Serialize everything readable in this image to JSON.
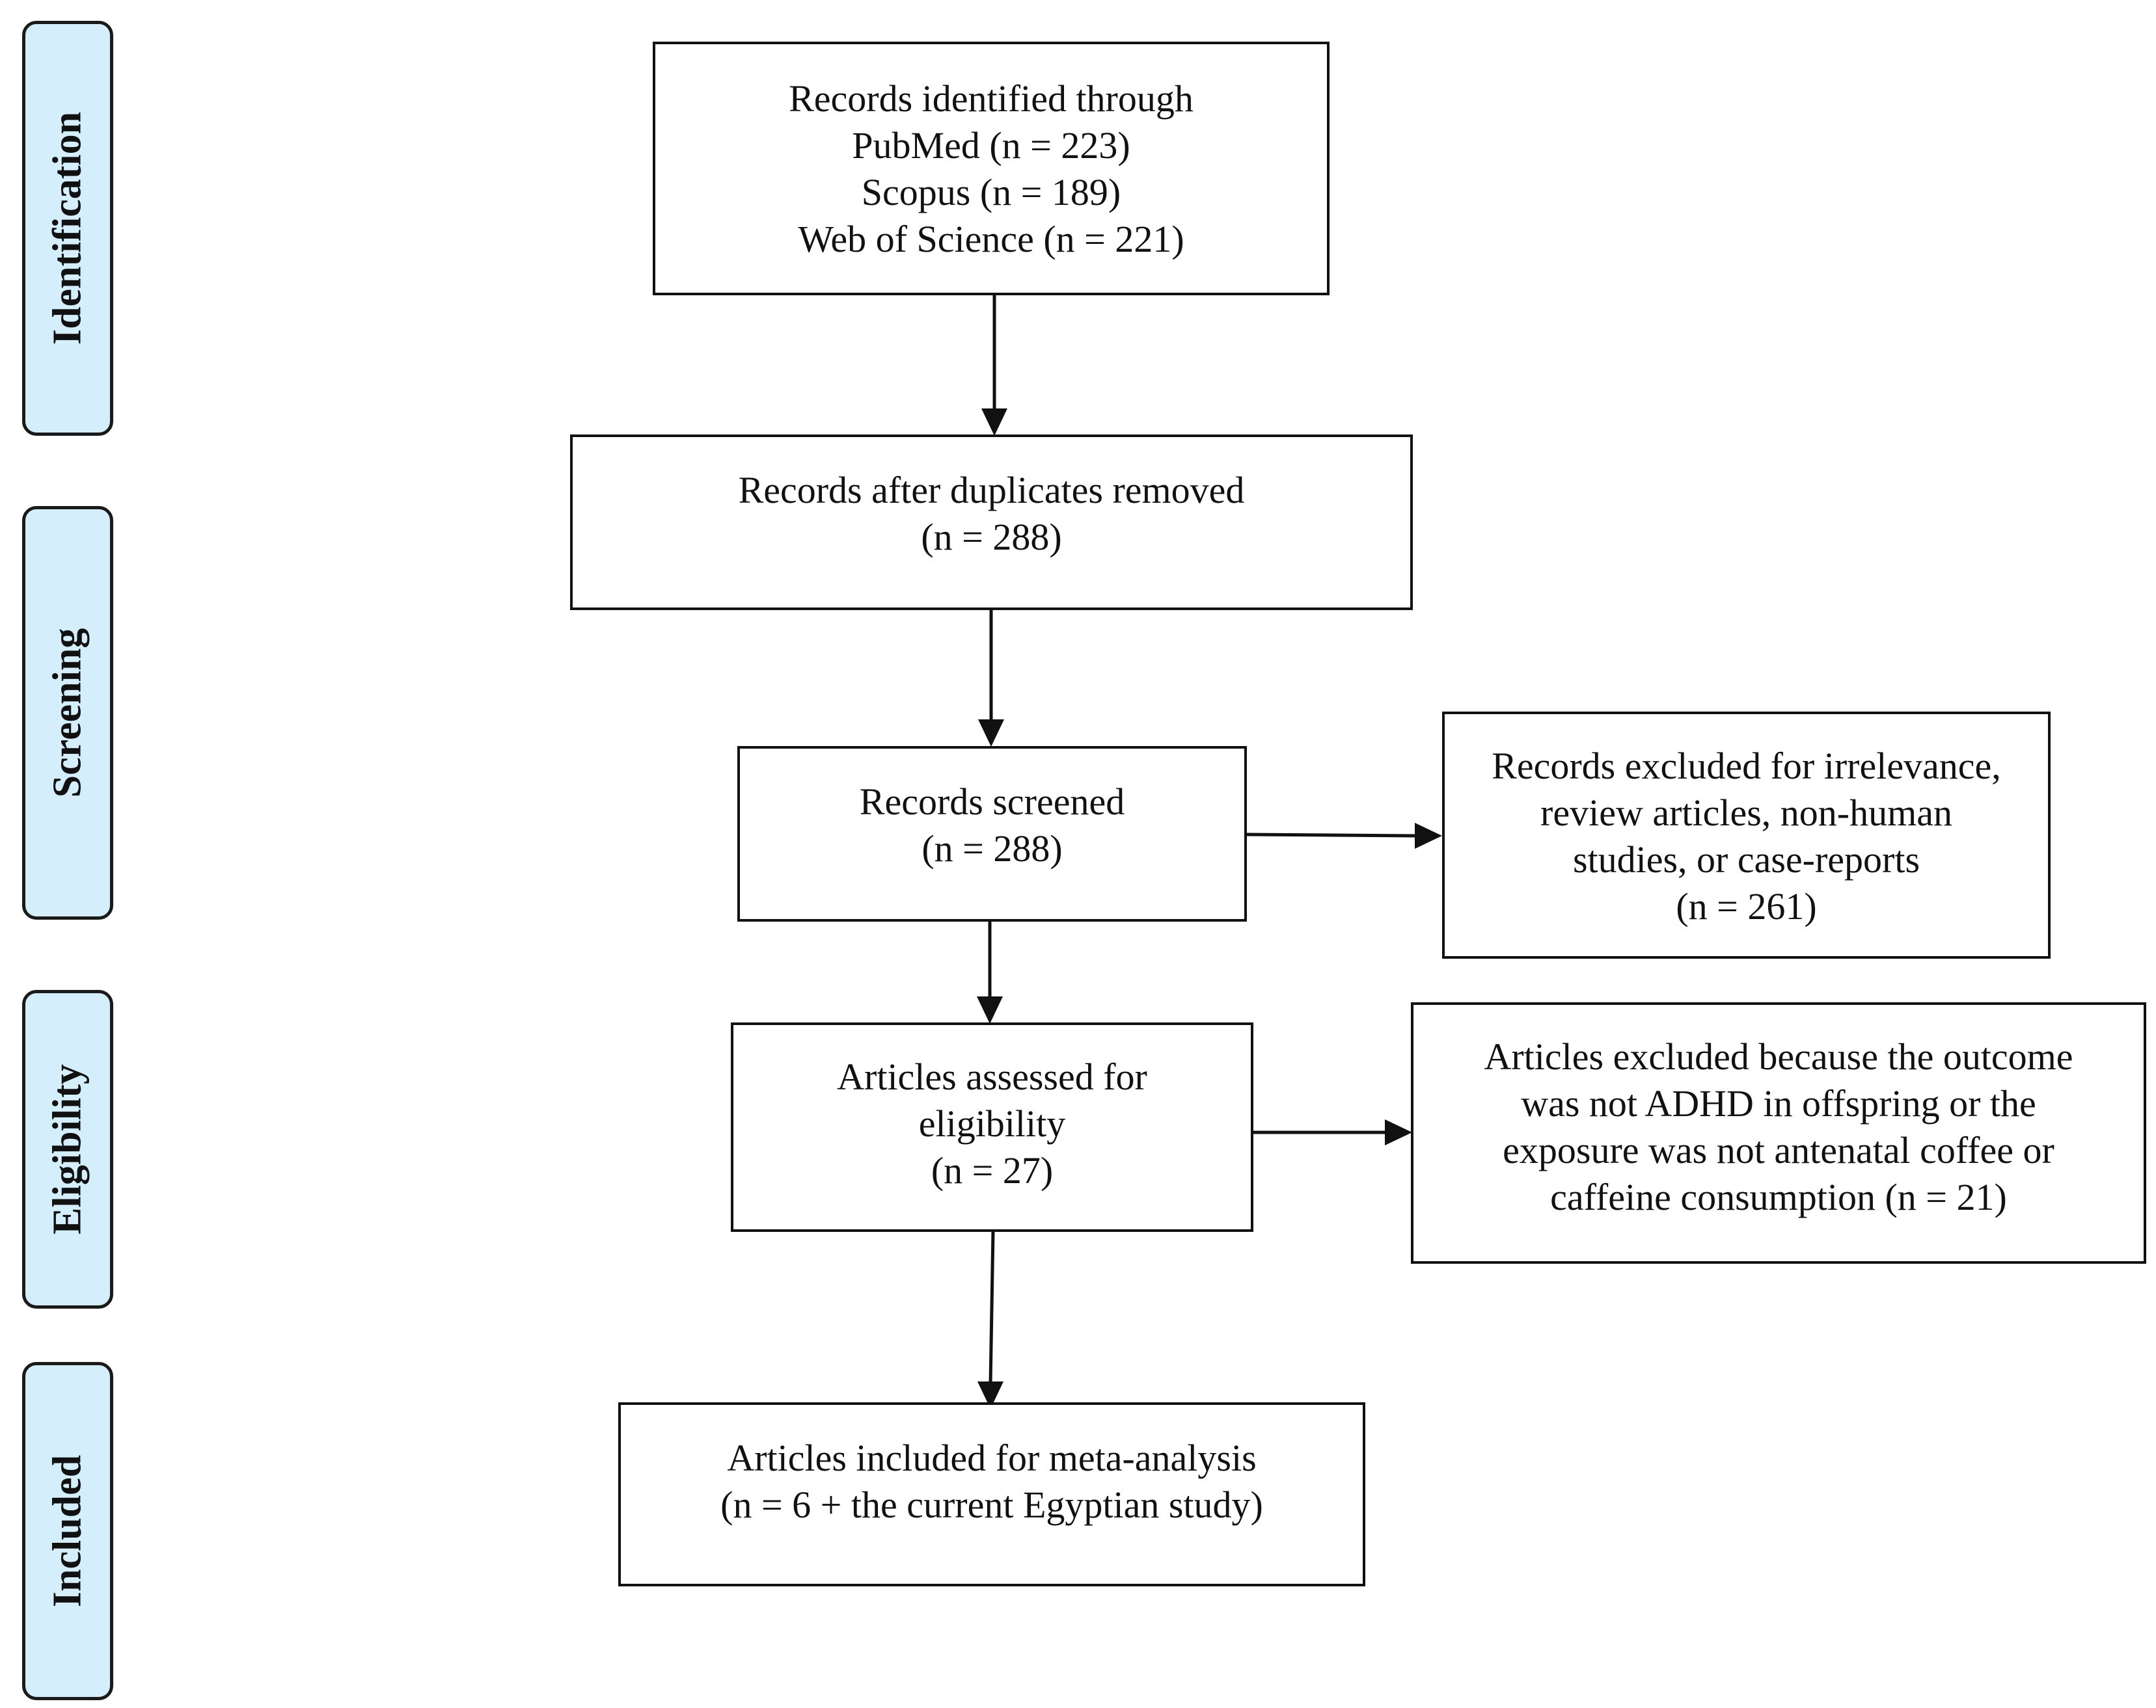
{
  "stages": [
    {
      "id": "identification",
      "label": "Identification"
    },
    {
      "id": "screening",
      "label": "Screening"
    },
    {
      "id": "eligibility",
      "label": "Eligibility"
    },
    {
      "id": "included",
      "label": "Included"
    }
  ],
  "boxes": {
    "identified": {
      "lines": [
        "Records identified through",
        "PubMed (n = 223)",
        "Scopus (n = 189)",
        "Web of Science (n = 221)"
      ]
    },
    "deduplicated": {
      "lines": [
        "Records after duplicates removed",
        "(n = 288)"
      ]
    },
    "screened": {
      "lines": [
        "Records screened",
        "(n = 288)"
      ]
    },
    "excluded_screening": {
      "lines": [
        "Records excluded for irrelevance,",
        "review articles, non-human",
        "studies, or case-reports",
        "(n = 261)"
      ]
    },
    "eligibility": {
      "lines": [
        "Articles assessed for",
        "eligibility",
        "(n = 27)"
      ]
    },
    "excluded_eligibility": {
      "lines": [
        "Articles excluded because the outcome",
        "was not ADHD in offspring or the",
        "exposure was not antenatal coffee or",
        "caffeine consumption (n = 21)"
      ]
    },
    "included": {
      "lines": [
        "Articles included for meta-analysis",
        "(n = 6 + the current Egyptian study)"
      ]
    }
  },
  "colors": {
    "stage_fill": "#d4eefb",
    "line": "#111111"
  }
}
